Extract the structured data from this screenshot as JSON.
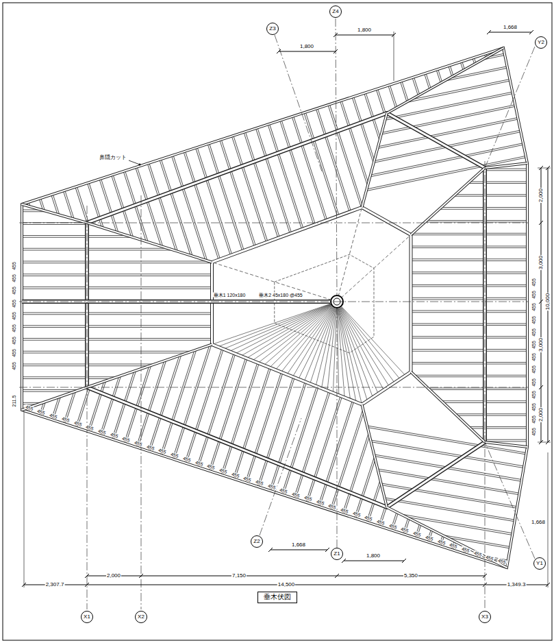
{
  "diagram": {
    "nodes": [
      {
        "text": [
          "Z4"
        ]
      },
      {
        "text": [
          "Z3"
        ]
      },
      {
        "text": [
          "Y2"
        ]
      },
      {
        "text": [
          "Z2"
        ]
      },
      {
        "text": [
          "Z1"
        ]
      },
      {
        "text": [
          "Y1"
        ]
      },
      {
        "text": [
          "垂木伏図"
        ]
      },
      {
        "text": [
          "X1"
        ]
      },
      {
        "text": [
          "X2"
        ]
      },
      {
        "text": [
          "X3"
        ]
      }
    ],
    "labels": [
      "1,800",
      "1,800",
      "1,668",
      "鼻隠カット",
      "垂木1 120x180",
      "垂木2 45x180 @455",
      "2,000",
      "3,000",
      "10,000",
      "3,000",
      "2,000",
      "1,668",
      "1,800",
      "1,668",
      "2,000",
      "7,150",
      "5,350",
      "2,307.7",
      "14,500",
      "1,349.3",
      "455",
      "455",
      "455",
      "455",
      "455",
      "455",
      "455",
      "455",
      "455",
      "211.5",
      "455",
      "455",
      "455",
      "455",
      "455",
      "455",
      "455",
      "455",
      "455",
      "455",
      "455",
      "455",
      "455",
      "455",
      "455",
      "455",
      "455",
      "455",
      "455",
      "455",
      "455",
      "455",
      "455",
      "455",
      "455",
      "455",
      "455",
      "455",
      "455",
      "455",
      "455",
      "455",
      "455",
      "455",
      "455",
      "455",
      "455",
      "455",
      "455",
      "455",
      "455",
      "455",
      "455",
      "455",
      "455",
      "455",
      "455",
      "455",
      "455",
      "455",
      "455",
      "455",
      "455"
    ]
  }
}
